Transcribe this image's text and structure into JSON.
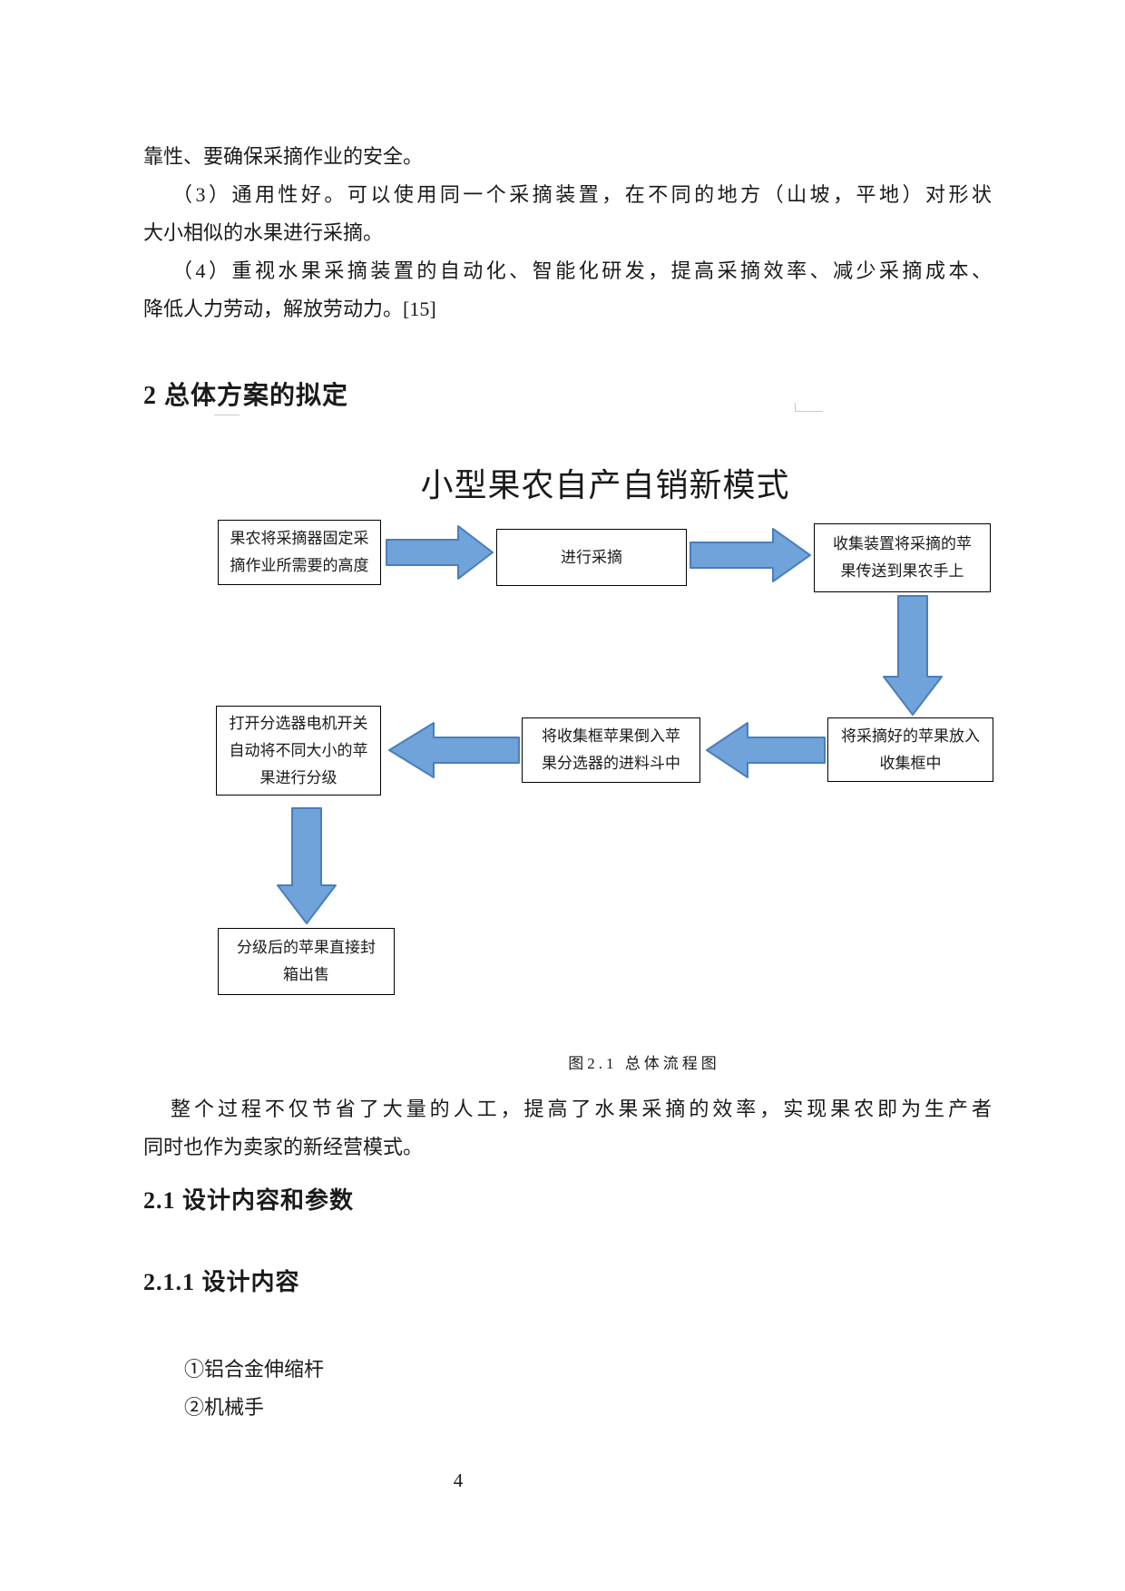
{
  "theme": {
    "arrow_fill": "#6fa3d9",
    "arrow_stroke": "#4a7ebb",
    "box_border": "#000000",
    "text_color": "#1a1a1a",
    "page_bg": "#ffffff"
  },
  "content": {
    "paragraphs_top": [
      {
        "lines": [
          "靠性、要确保采摘作业的安全。"
        ]
      },
      {
        "lines": [
          "（3）通用性好。可以使用同一个采摘装置，在不同的地方（山坡，平地）对形状",
          "大小相似的水果进行采摘。"
        ]
      },
      {
        "lines": [
          "（4）重视水果采摘装置的自动化、智能化研发，提高采摘效率、减少采摘成本、",
          "降低人力劳动，解放劳动力。[15]"
        ]
      }
    ],
    "heading_section2": "2 总体方案的拟定",
    "flowchart": {
      "title": "小型果农自产自销新模式",
      "boxes": [
        {
          "text": "果农将采摘器固定采\n摘作业所需要的高度"
        },
        {
          "text": "进行采摘"
        },
        {
          "text": "收集装置将采摘的苹\n果传送到果农手上"
        },
        {
          "text": "将采摘好的苹果放入\n收集框中"
        },
        {
          "text": "将收集框苹果倒入苹\n果分选器的进料斗中"
        },
        {
          "text": "打开分选器电机开关\n自动将不同大小的苹\n果进行分级"
        },
        {
          "text": "分级后的苹果直接封\n箱出售"
        }
      ],
      "arrows": [
        {
          "direction": "right",
          "from": 1,
          "to": 2
        },
        {
          "direction": "right",
          "from": 2,
          "to": 3
        },
        {
          "direction": "down",
          "from": 3,
          "to": 4
        },
        {
          "direction": "left",
          "from": 4,
          "to": 5
        },
        {
          "direction": "left",
          "from": 5,
          "to": 6
        },
        {
          "direction": "down",
          "from": 6,
          "to": 7
        }
      ]
    },
    "figure_caption": "图2.1 总体流程图",
    "summary_paragraph": {
      "lines": [
        "整个过程不仅节省了大量的人工，提高了水果采摘的效率，实现果农即为生产者",
        "同时也作为卖家的新经营模式。"
      ]
    },
    "heading_2_1": "2.1 设计内容和参数",
    "heading_2_1_1": "2.1.1 设计内容",
    "design_items": [
      "①铝合金伸缩杆",
      "②机械手"
    ],
    "page_number": "4"
  }
}
